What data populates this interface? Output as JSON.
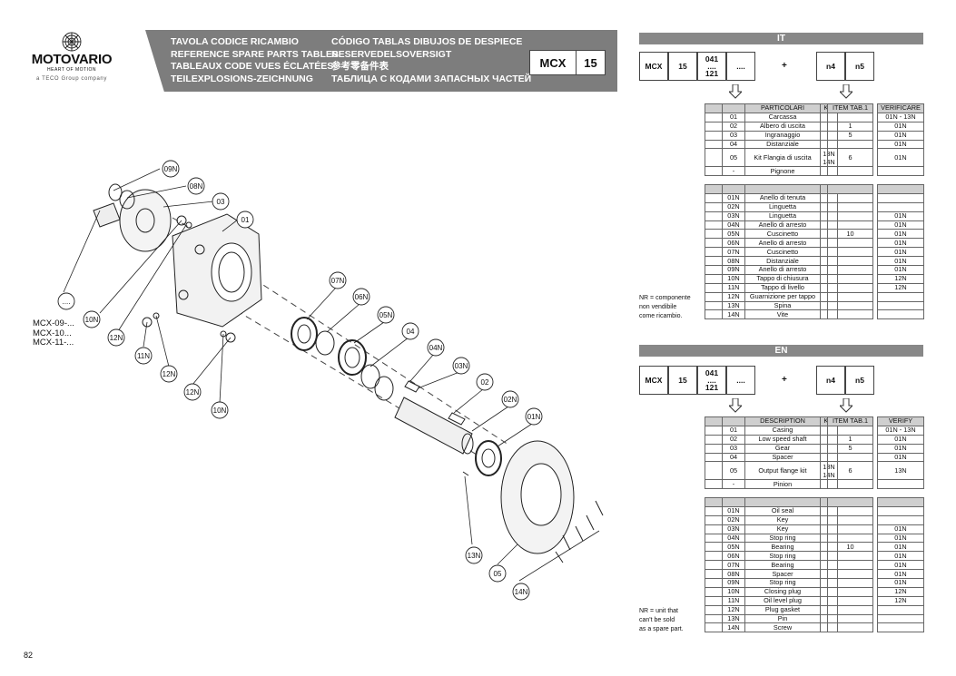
{
  "header": {
    "brand": "MOTOVARIO",
    "tagline": "HEART OF MOTION",
    "group": "a TECO Group company",
    "titles_col1": [
      "TAVOLA CODICE RICAMBIO",
      "REFERENCE SPARE PARTS TABLES",
      "TABLEAUX CODE VUES ÉCLATÉES",
      "TEILEXPLOSIONS-ZEICHNUNG"
    ],
    "titles_col2": [
      "CÓDIGO TABLAS DIBUJOS DE DESPIECE",
      "RESERVEDELSOVERSIGT",
      "参考零备件表",
      "ТАБЛИЦА С КОДАМИ ЗАПАСНЫХ ЧАСТЕЙ"
    ],
    "model": "MCX",
    "size": "15"
  },
  "drawing": {
    "model_list": [
      "MCX-09-...",
      "MCX-10...",
      "MCX-11-..."
    ],
    "callouts": [
      "09N",
      "08N",
      "03",
      "01",
      "07N",
      "06N",
      "05N",
      "04",
      "04N",
      "03N",
      "02",
      "02N",
      "01N",
      "10N",
      "12N",
      "11N",
      "12N",
      "12N",
      "10N",
      "13N",
      "05",
      "14N",
      "...."
    ]
  },
  "sections": [
    {
      "lang": "IT",
      "code": {
        "model": "MCX",
        "size": "15",
        "ratio_top": "041",
        "ratio_mid": "....",
        "ratio_bot": "121",
        "dots": "....",
        "plus": "+",
        "n4": "n4",
        "n5": "n5"
      },
      "head": {
        "part": "PARTICOLARI",
        "kit": "KIT",
        "item": "ITEM TAB.1",
        "verify": "VERIFICARE"
      },
      "rows": [
        {
          "n": "01",
          "name": "Carcassa",
          "kit": "",
          "item": "",
          "verify": "01N - 13N"
        },
        {
          "n": "02",
          "name": "Albero di uscita",
          "kit": "",
          "item": "1",
          "verify": "01N"
        },
        {
          "n": "03",
          "name": "Ingranaggio",
          "kit": "",
          "item": "5",
          "verify": "01N"
        },
        {
          "n": "04",
          "name": "Distanziale",
          "kit": "",
          "item": "",
          "verify": "01N"
        }
      ],
      "kit_row": {
        "n": "05",
        "name": "Kit Flangia di uscita",
        "kit1": "13N",
        "kit2": "14N",
        "item": "6",
        "verify": "01N"
      },
      "last_row": {
        "n": "-",
        "name": "Pignone"
      },
      "rows_n": [
        {
          "n": "01N",
          "name": "Anello di tenuta",
          "item": "",
          "verify": ""
        },
        {
          "n": "02N",
          "name": "Linguetta",
          "item": "",
          "verify": ""
        },
        {
          "n": "03N",
          "name": "Linguetta",
          "item": "",
          "verify": "01N"
        },
        {
          "n": "04N",
          "name": "Anello di arresto",
          "item": "",
          "verify": "01N"
        },
        {
          "n": "05N",
          "name": "Cuscinetto",
          "item": "10",
          "verify": "01N"
        },
        {
          "n": "06N",
          "name": "Anello di arresto",
          "item": "",
          "verify": "01N"
        },
        {
          "n": "07N",
          "name": "Cuscinetto",
          "item": "",
          "verify": "01N"
        },
        {
          "n": "08N",
          "name": "Distanziale",
          "item": "",
          "verify": "01N"
        },
        {
          "n": "09N",
          "name": "Anello di arresto",
          "item": "",
          "verify": "01N"
        },
        {
          "n": "10N",
          "name": "Tappo di chiusura",
          "item": "",
          "verify": "12N"
        },
        {
          "n": "11N",
          "name": "Tappo di livello",
          "item": "",
          "verify": "12N"
        },
        {
          "n": "12N",
          "name": "Guarnizione per tappo",
          "item": "",
          "verify": ""
        },
        {
          "n": "13N",
          "name": "Spina",
          "item": "",
          "verify": ""
        },
        {
          "n": "14N",
          "name": "Vite",
          "item": "",
          "verify": ""
        }
      ],
      "note": [
        "NR = componente",
        "non vendibile",
        "come ricambio."
      ]
    },
    {
      "lang": "EN",
      "code": {
        "model": "MCX",
        "size": "15",
        "ratio_top": "041",
        "ratio_mid": "....",
        "ratio_bot": "121",
        "dots": "....",
        "plus": "+",
        "n4": "n4",
        "n5": "n5"
      },
      "head": {
        "part": "DESCRIPTION",
        "kit": "KIT",
        "item": "ITEM TAB.1",
        "verify": "VERIFY"
      },
      "rows": [
        {
          "n": "01",
          "name": "Casing",
          "kit": "",
          "item": "",
          "verify": "01N - 13N"
        },
        {
          "n": "02",
          "name": "Low speed shaft",
          "kit": "",
          "item": "1",
          "verify": "01N"
        },
        {
          "n": "03",
          "name": "Gear",
          "kit": "",
          "item": "5",
          "verify": "01N"
        },
        {
          "n": "04",
          "name": "Spacer",
          "kit": "",
          "item": "",
          "verify": "01N"
        }
      ],
      "kit_row": {
        "n": "05",
        "name": "Output flange kit",
        "kit1": "13N",
        "kit2": "14N",
        "item": "6",
        "verify": "13N"
      },
      "last_row": {
        "n": "-",
        "name": "Pinion"
      },
      "rows_n": [
        {
          "n": "01N",
          "name": "Oil seal",
          "item": "",
          "verify": ""
        },
        {
          "n": "02N",
          "name": "Key",
          "item": "",
          "verify": ""
        },
        {
          "n": "03N",
          "name": "Key",
          "item": "",
          "verify": "01N"
        },
        {
          "n": "04N",
          "name": "Stop ring",
          "item": "",
          "verify": "01N"
        },
        {
          "n": "05N",
          "name": "Bearing",
          "item": "10",
          "verify": "01N"
        },
        {
          "n": "06N",
          "name": "Stop ring",
          "item": "",
          "verify": "01N"
        },
        {
          "n": "07N",
          "name": "Bearing",
          "item": "",
          "verify": "01N"
        },
        {
          "n": "08N",
          "name": "Spacer",
          "item": "",
          "verify": "01N"
        },
        {
          "n": "09N",
          "name": "Stop ring",
          "item": "",
          "verify": "01N"
        },
        {
          "n": "10N",
          "name": "Closing plug",
          "item": "",
          "verify": "12N"
        },
        {
          "n": "11N",
          "name": "Oil level plug",
          "item": "",
          "verify": "12N"
        },
        {
          "n": "12N",
          "name": "Plug gasket",
          "item": "",
          "verify": ""
        },
        {
          "n": "13N",
          "name": "Pin",
          "item": "",
          "verify": ""
        },
        {
          "n": "14N",
          "name": "Screw",
          "item": "",
          "verify": ""
        }
      ],
      "note": [
        "NR = unit that",
        "can't be sold",
        "as a spare part."
      ]
    }
  ],
  "page_number": "82"
}
